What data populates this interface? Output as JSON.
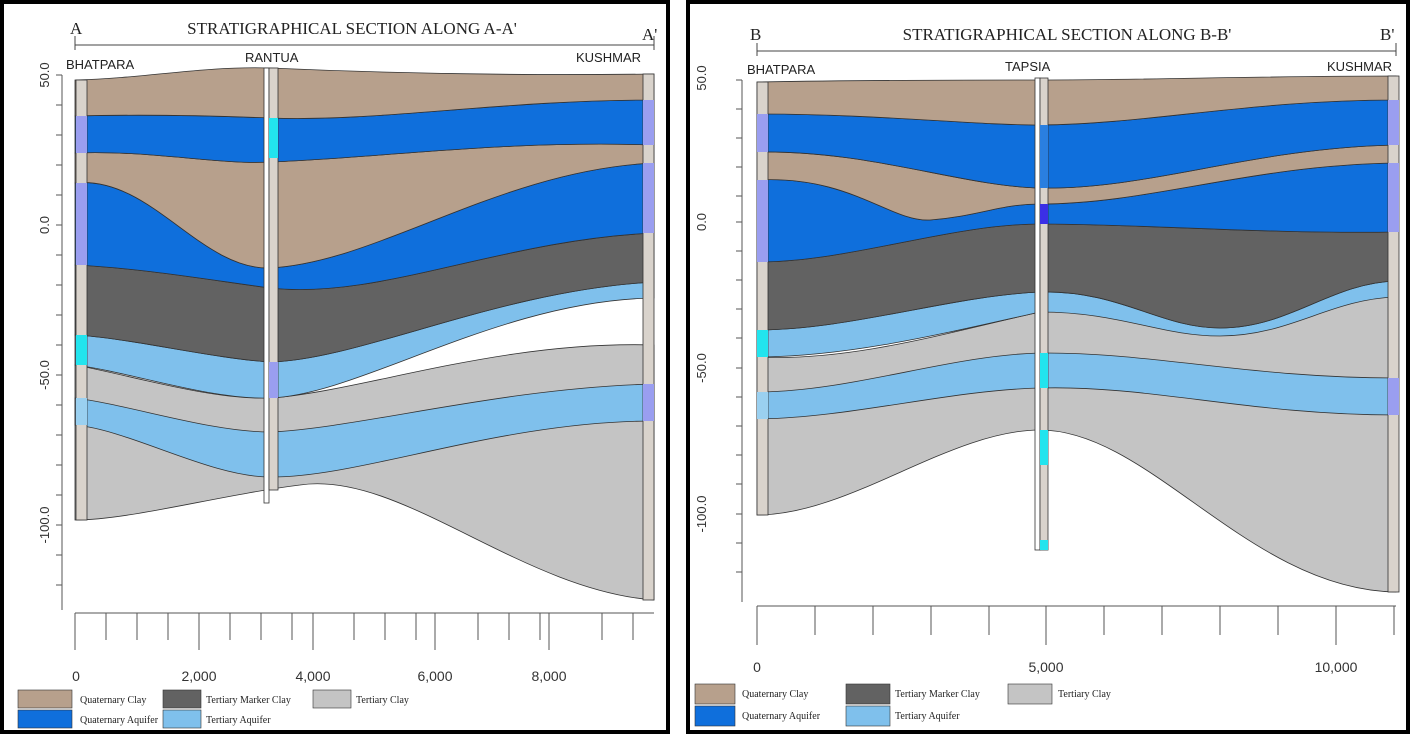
{
  "colors": {
    "quaternary_clay": "#b7a08c",
    "quaternary_aquifer": "#0f6fdc",
    "tertiary_marker_clay": "#626262",
    "tertiary_aquifer": "#7fc0ec",
    "tertiary_clay": "#c4c4c4",
    "frame": "#000000"
  },
  "panels": [
    {
      "id": "a",
      "title": "STRATIGRAPHICAL SECTION ALONG A-A'",
      "left_marker": "A",
      "right_marker": "A'",
      "wells": [
        {
          "name": "BHATPARA",
          "distance": 100
        },
        {
          "name": "RANTUA",
          "distance": 3300
        },
        {
          "name": "KUSHMAR",
          "distance": 9500
        }
      ],
      "y_ticks": [
        "50.0",
        "0.0",
        "-50.0",
        "-100.0"
      ],
      "x_ticks": [
        "0",
        "2,000",
        "4,000",
        "6,000",
        "8,000"
      ],
      "legend": {
        "quaternary_clay": "Quaternary Clay",
        "quaternary_aquifer": "Quaternary Aquifer",
        "tertiary_marker_clay": "Tertiary Marker Clay",
        "tertiary_aquifer": "Tertiary Aquifer",
        "tertiary_clay": "Tertiary Clay"
      }
    },
    {
      "id": "b",
      "title": "STRATIGRAPHICAL SECTION ALONG B-B'",
      "left_marker": "B",
      "right_marker": "B'",
      "wells": [
        {
          "name": "BHATPARA",
          "distance": 100
        },
        {
          "name": "TAPSIA",
          "distance": 4900
        },
        {
          "name": "KUSHMAR",
          "distance": 10900
        }
      ],
      "y_ticks": [
        "50.0",
        "0.0",
        "-50.0",
        "-100.0"
      ],
      "x_ticks": [
        "0",
        "5,000",
        "10,000"
      ],
      "legend": {
        "quaternary_clay": "Quaternary Clay",
        "quaternary_aquifer": "Quaternary Aquifer",
        "tertiary_marker_clay": "Tertiary Marker Clay",
        "tertiary_aquifer": "Tertiary Aquifer",
        "tertiary_clay": "Tertiary Clay"
      }
    }
  ]
}
